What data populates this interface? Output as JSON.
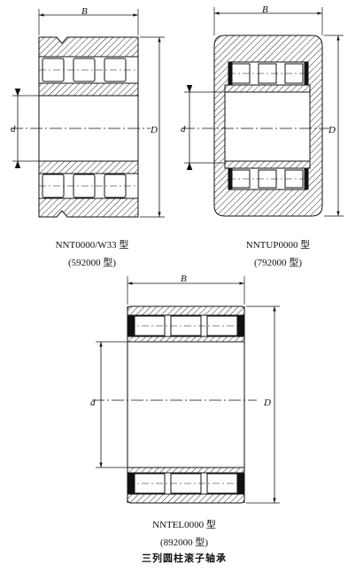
{
  "diagram": {
    "caption": "三列圆柱滚子轴承",
    "dimension_symbols": {
      "width": "B",
      "outer_diameter": "D",
      "bore": "d"
    },
    "bearings": [
      {
        "model": "NNT0000/W33 型",
        "series": "(592000 型)"
      },
      {
        "model": "NNTUP0000 型",
        "series": "(792000 型)"
      },
      {
        "model": "NNTEL0000 型",
        "series": "(892000 型)"
      }
    ]
  },
  "colors": {
    "line": "#111111",
    "background": "#ffffff"
  }
}
